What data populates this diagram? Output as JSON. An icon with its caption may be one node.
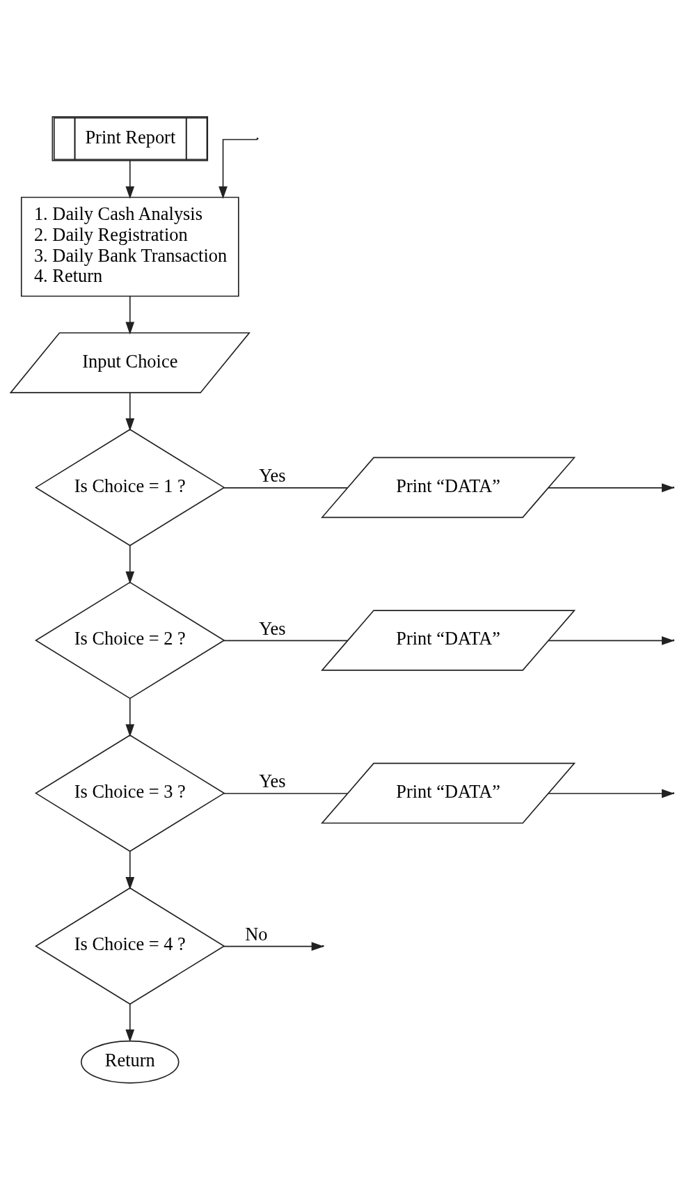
{
  "diagram": {
    "nodes": [
      {
        "text": [
          "Print Report"
        ]
      },
      {
        "text": [
          "1. Daily Cash Analysis",
          "2. Daily Registration",
          "3. Daily Bank Transaction",
          "4. Return"
        ]
      },
      {
        "text": [
          "Input Choice"
        ]
      },
      {
        "text": [
          "Is Choice = 1 ?"
        ]
      },
      {
        "text": [
          "Print “DATA”"
        ]
      },
      {
        "text": [
          "Is Choice = 2 ?"
        ]
      },
      {
        "text": [
          "Print “DATA”"
        ]
      },
      {
        "text": [
          "Is Choice = 3 ?"
        ]
      },
      {
        "text": [
          "Print “DATA”"
        ]
      },
      {
        "text": [
          "Is Choice = 4 ?"
        ]
      },
      {
        "text": [
          "Return"
        ]
      }
    ],
    "edges": [
      {
        "from": 0,
        "to": 1,
        "arrow": "to"
      },
      {
        "from": null,
        "to": 1,
        "arrow": "to"
      },
      {
        "from": 1,
        "to": 2,
        "arrow": "to"
      },
      {
        "from": 2,
        "to": 3,
        "arrow": "to"
      },
      {
        "from": 3,
        "to": 4,
        "arrow": "none",
        "label": "Yes"
      },
      {
        "from": 4,
        "to": null,
        "arrow": "to"
      },
      {
        "from": 3,
        "to": 5,
        "arrow": "to"
      },
      {
        "from": 5,
        "to": 6,
        "arrow": "none",
        "label": "Yes"
      },
      {
        "from": 6,
        "to": null,
        "arrow": "to"
      },
      {
        "from": 5,
        "to": 7,
        "arrow": "to"
      },
      {
        "from": 7,
        "to": 8,
        "arrow": "none",
        "label": "Yes"
      },
      {
        "from": 8,
        "to": null,
        "arrow": "to"
      },
      {
        "from": 7,
        "to": 9,
        "arrow": "to"
      },
      {
        "from": 9,
        "to": null,
        "arrow": "to",
        "label": "No"
      },
      {
        "from": 9,
        "to": 10,
        "arrow": "to"
      }
    ]
  }
}
